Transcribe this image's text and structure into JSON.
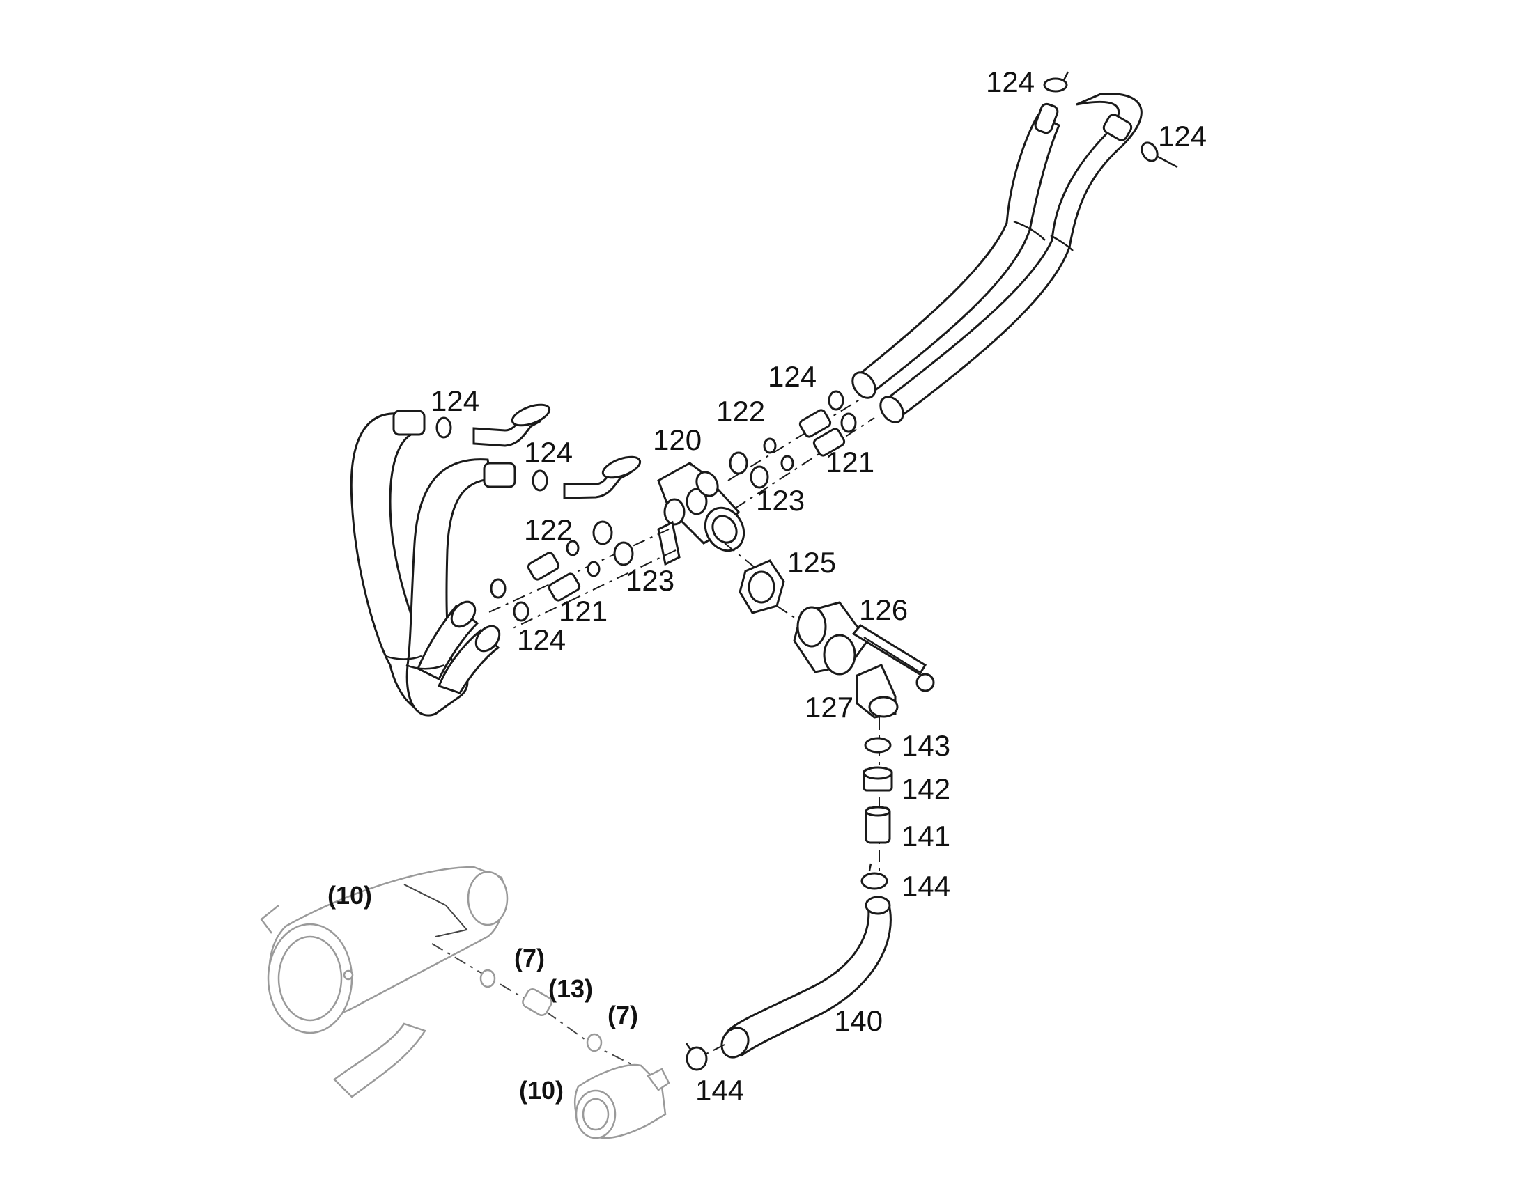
{
  "callouts": {
    "c124_top": "124",
    "c124_topright": "124",
    "c124_mid_right": "124",
    "c122_right": "122",
    "c120": "120",
    "c121_right": "121",
    "c123_right": "123",
    "c124_left_upper": "124",
    "c124_left_mid": "124",
    "c122_left": "122",
    "c123_left": "123",
    "c121_left": "121",
    "c124_left_lower": "124",
    "c125": "125",
    "c126": "126",
    "c127": "127",
    "c143": "143",
    "c142": "142",
    "c141": "141",
    "c144_upper": "144",
    "c140": "140",
    "c144_lower": "144",
    "ref10_upper": "(10)",
    "ref7_upper": "(7)",
    "ref13": "(13)",
    "ref7_lower": "(7)",
    "ref10_lower": "(10)"
  }
}
